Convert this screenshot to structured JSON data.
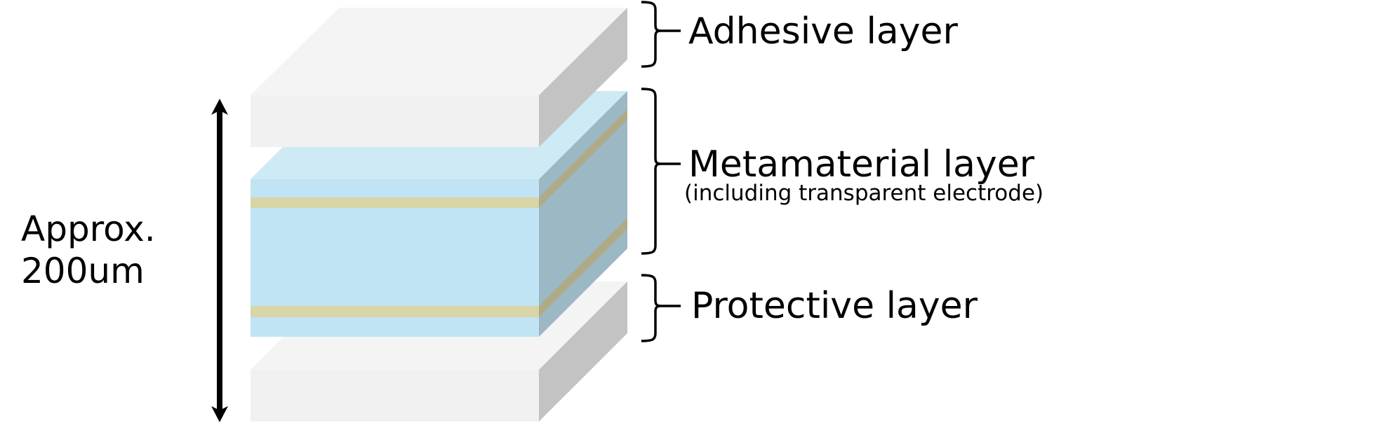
{
  "diagram": {
    "thickness_label": {
      "line1": "Approx.",
      "line2": "200um"
    },
    "layers": [
      {
        "id": "adhesive",
        "label": "Adhesive layer",
        "sublabel": ""
      },
      {
        "id": "metamaterial",
        "label": "Metamaterial layer",
        "sublabel": "(including transparent electrode)"
      },
      {
        "id": "protective",
        "label": "Protective layer",
        "sublabel": ""
      }
    ],
    "colors": {
      "slab_top": "#f4f4f4",
      "slab_front": "#f1f1f1",
      "slab_side": "#c3c3c3",
      "meta_top": "#cdeaf5",
      "meta_front": "#c1e4f4",
      "meta_side": "#9cb8c4",
      "electrode_front": "#d8d5a6",
      "electrode_side": "#afab87"
    }
  }
}
